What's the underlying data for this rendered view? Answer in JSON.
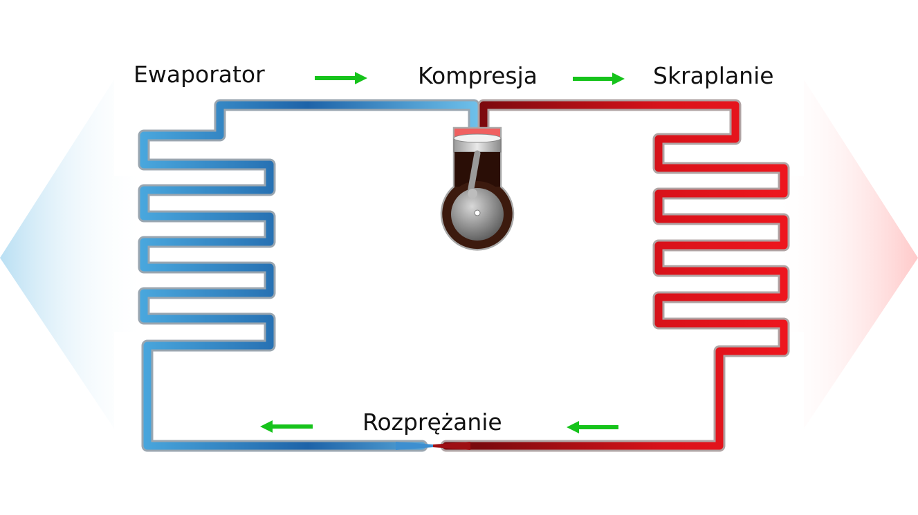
{
  "labels": {
    "evaporator": "Ewaporator",
    "compression": "Kompresja",
    "condensing": "Skraplanie",
    "expansion": "Rozprężanie"
  },
  "colors": {
    "cold_light": "#5fb8e6",
    "cold_dark": "#1e63a8",
    "hot_light": "#e8141c",
    "hot_dark": "#8c0a10",
    "flow_arrow": "#16c31b",
    "compressor_body": "#3c1a0e",
    "heat_out": "#ffc9c9",
    "heat_in": "#b9dff3"
  },
  "icons": {
    "compressor": "piston-compressor-icon",
    "flow": "arrow-icon",
    "valve": "expansion-valve-icon"
  }
}
